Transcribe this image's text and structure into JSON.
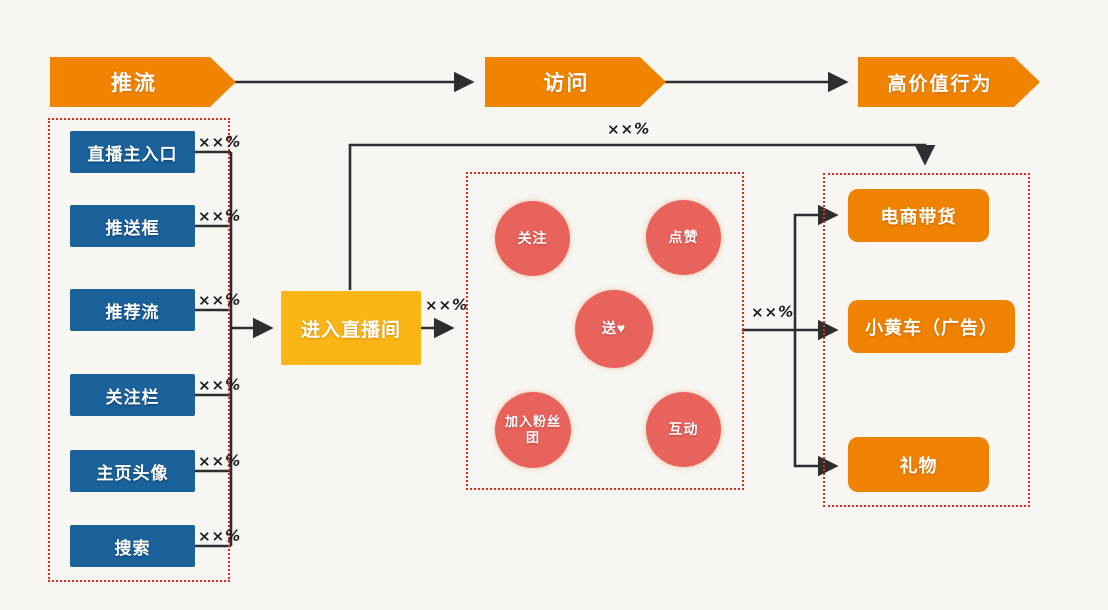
{
  "stages": {
    "push": "推流",
    "visit": "访问",
    "high_value": "高价值行为"
  },
  "entry_panel": {
    "items": [
      "直播主入口",
      "推送框",
      "推荐流",
      "关注栏",
      "主页头像",
      "搜索"
    ]
  },
  "enter_room": {
    "label": "进入直播间"
  },
  "interaction_panel": {
    "items": [
      "关注",
      "点赞",
      "送♥",
      "加入粉丝团",
      "互动"
    ]
  },
  "action_panel": {
    "items": [
      "电商带货",
      "小黄车（广告）",
      "礼物"
    ]
  },
  "rate_label": "××%",
  "colors": {
    "banner_orange": "#f08300",
    "entry_blue": "#1b629b",
    "node_yellow": "#fbb515",
    "circle_red": "#e8635c",
    "action_orange": "#ef8200",
    "dashed_border_red": "#e02a1e",
    "connector_dark": "#2e2e2e",
    "background": "#f7f6f3"
  }
}
